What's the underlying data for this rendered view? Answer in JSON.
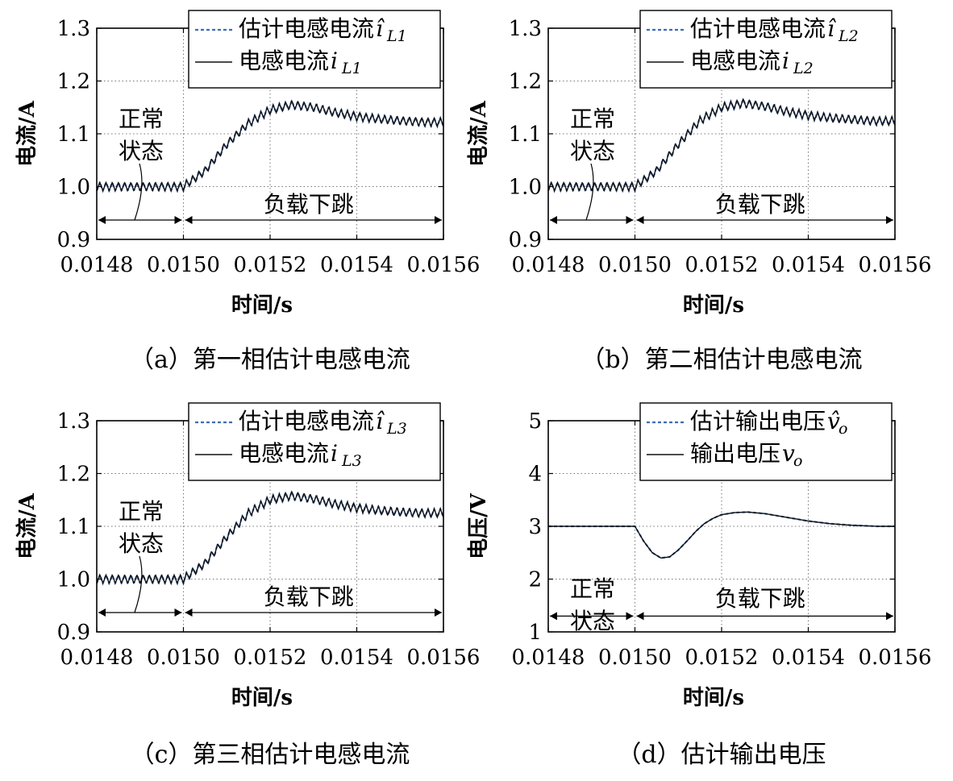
{
  "chart_data": [
    {
      "type": "line",
      "caption": "（a）第一相估计电感电流",
      "xlabel": "时间/s",
      "ylabel": "电流/A",
      "xlim": [
        0.0148,
        0.0156
      ],
      "ylim": [
        0.9,
        1.3
      ],
      "xticks": [
        "0.0148",
        "0.0150",
        "0.0152",
        "0.0154",
        "0.0156"
      ],
      "yticks": [
        "0.9",
        "1.0",
        "1.1",
        "1.2",
        "1.3"
      ],
      "grid": "dotted",
      "legend": "top-right",
      "series": [
        {
          "name": "估计电感电流",
          "symbol": "î",
          "subscript": "L1",
          "style": "dashed",
          "color": "#3f6db5",
          "x": [
            0.0148,
            0.0149,
            0.015,
            0.01505,
            0.0151,
            0.01515,
            0.0152,
            0.01525,
            0.0153,
            0.01535,
            0.0154,
            0.01545,
            0.0155,
            0.01556
          ],
          "y": [
            1.0,
            1.0,
            1.0,
            1.03,
            1.08,
            1.12,
            1.145,
            1.155,
            1.15,
            1.14,
            1.133,
            1.128,
            1.125,
            1.122
          ]
        },
        {
          "name": "电感电流",
          "symbol": "i",
          "subscript": "L1",
          "style": "solid",
          "color": "#111111",
          "x": [
            0.0148,
            0.0149,
            0.015,
            0.01505,
            0.0151,
            0.01515,
            0.0152,
            0.01525,
            0.0153,
            0.01535,
            0.0154,
            0.01545,
            0.0155,
            0.01556
          ],
          "y": [
            1.0,
            1.0,
            1.0,
            1.03,
            1.08,
            1.12,
            1.145,
            1.155,
            1.15,
            1.14,
            1.133,
            1.128,
            1.125,
            1.122
          ]
        }
      ],
      "ripple": 0.008,
      "ripple_periods": 56,
      "annotations": {
        "normal": [
          "正常",
          "状态"
        ],
        "step": "负载下跳"
      }
    },
    {
      "type": "line",
      "caption": "（b）第二相估计电感电流",
      "xlabel": "时间/s",
      "ylabel": "电流/A",
      "xlim": [
        0.0148,
        0.0156
      ],
      "ylim": [
        0.9,
        1.3
      ],
      "xticks": [
        "0.0148",
        "0.0150",
        "0.0152",
        "0.0154",
        "0.0156"
      ],
      "yticks": [
        "0.9",
        "1.0",
        "1.1",
        "1.2",
        "1.3"
      ],
      "grid": "dotted",
      "legend": "top-right",
      "series": [
        {
          "name": "估计电感电流",
          "symbol": "î",
          "subscript": "L2",
          "style": "dashed",
          "color": "#3f6db5",
          "x": [
            0.0148,
            0.0149,
            0.015,
            0.01505,
            0.0151,
            0.01515,
            0.0152,
            0.01525,
            0.0153,
            0.01535,
            0.0154,
            0.01545,
            0.0155,
            0.01556
          ],
          "y": [
            1.0,
            1.0,
            1.0,
            1.03,
            1.08,
            1.125,
            1.15,
            1.158,
            1.152,
            1.142,
            1.135,
            1.13,
            1.127,
            1.124
          ]
        },
        {
          "name": "电感电流",
          "symbol": "i",
          "subscript": "L2",
          "style": "solid",
          "color": "#111111",
          "x": [
            0.0148,
            0.0149,
            0.015,
            0.01505,
            0.0151,
            0.01515,
            0.0152,
            0.01525,
            0.0153,
            0.01535,
            0.0154,
            0.01545,
            0.0155,
            0.01556
          ],
          "y": [
            1.0,
            1.0,
            1.0,
            1.03,
            1.08,
            1.125,
            1.15,
            1.158,
            1.152,
            1.142,
            1.135,
            1.13,
            1.127,
            1.124
          ]
        }
      ],
      "ripple": 0.008,
      "ripple_periods": 56,
      "annotations": {
        "normal": [
          "正常",
          "状态"
        ],
        "step": "负载下跳"
      }
    },
    {
      "type": "line",
      "caption": "（c）第三相估计电感电流",
      "xlabel": "时间/s",
      "ylabel": "电流/A",
      "xlim": [
        0.0148,
        0.0156
      ],
      "ylim": [
        0.9,
        1.3
      ],
      "xticks": [
        "0.0148",
        "0.0150",
        "0.0152",
        "0.0154",
        "0.0156"
      ],
      "yticks": [
        "0.9",
        "1.0",
        "1.1",
        "1.2",
        "1.3"
      ],
      "grid": "dotted",
      "legend": "top-right",
      "series": [
        {
          "name": "估计电感电流",
          "symbol": "î",
          "subscript": "L3",
          "style": "dashed",
          "color": "#3f6db5",
          "x": [
            0.0148,
            0.0149,
            0.015,
            0.01505,
            0.0151,
            0.01515,
            0.0152,
            0.01525,
            0.0153,
            0.01535,
            0.0154,
            0.01545,
            0.0155,
            0.01556
          ],
          "y": [
            1.0,
            1.0,
            1.0,
            1.03,
            1.08,
            1.125,
            1.15,
            1.158,
            1.152,
            1.142,
            1.135,
            1.13,
            1.127,
            1.125
          ]
        },
        {
          "name": "电感电流",
          "symbol": "i",
          "subscript": "L3",
          "style": "solid",
          "color": "#111111",
          "x": [
            0.0148,
            0.0149,
            0.015,
            0.01505,
            0.0151,
            0.01515,
            0.0152,
            0.01525,
            0.0153,
            0.01535,
            0.0154,
            0.01545,
            0.0155,
            0.01556
          ],
          "y": [
            1.0,
            1.0,
            1.0,
            1.03,
            1.08,
            1.125,
            1.15,
            1.158,
            1.152,
            1.142,
            1.135,
            1.13,
            1.127,
            1.125
          ]
        }
      ],
      "ripple": 0.008,
      "ripple_periods": 56,
      "annotations": {
        "normal": [
          "正常",
          "状态"
        ],
        "step": "负载下跳"
      }
    },
    {
      "type": "line",
      "caption": "（d）估计输出电压",
      "xlabel": "时间/s",
      "ylabel": "电压/V",
      "xlim": [
        0.0148,
        0.0156
      ],
      "ylim": [
        1,
        5
      ],
      "xticks": [
        "0.0148",
        "0.0150",
        "0.0152",
        "0.0154",
        "0.0156"
      ],
      "yticks": [
        "1",
        "2",
        "3",
        "4",
        "5"
      ],
      "grid": "dotted",
      "legend": "top-right",
      "series": [
        {
          "name": "估计输出电压",
          "symbol": "v̂",
          "subscript": "o",
          "style": "dashed",
          "color": "#3f6db5",
          "x": [
            0.0148,
            0.0149,
            0.015,
            0.01502,
            0.01504,
            0.01506,
            0.01508,
            0.0151,
            0.01512,
            0.01514,
            0.01516,
            0.01518,
            0.0152,
            0.01523,
            0.01526,
            0.0153,
            0.01535,
            0.0154,
            0.01545,
            0.0155,
            0.01556
          ],
          "y": [
            3.0,
            3.0,
            3.0,
            2.72,
            2.5,
            2.4,
            2.42,
            2.55,
            2.72,
            2.9,
            3.05,
            3.15,
            3.22,
            3.26,
            3.27,
            3.24,
            3.17,
            3.1,
            3.05,
            3.02,
            3.0
          ]
        },
        {
          "name": "输出电压",
          "symbol": "v",
          "subscript": "o",
          "style": "solid",
          "color": "#111111",
          "x": [
            0.0148,
            0.0149,
            0.015,
            0.01502,
            0.01504,
            0.01506,
            0.01508,
            0.0151,
            0.01512,
            0.01514,
            0.01516,
            0.01518,
            0.0152,
            0.01523,
            0.01526,
            0.0153,
            0.01535,
            0.0154,
            0.01545,
            0.0155,
            0.01556
          ],
          "y": [
            3.0,
            3.0,
            3.0,
            2.72,
            2.5,
            2.4,
            2.42,
            2.55,
            2.72,
            2.9,
            3.05,
            3.15,
            3.22,
            3.26,
            3.27,
            3.24,
            3.17,
            3.1,
            3.05,
            3.02,
            3.0
          ]
        }
      ],
      "ripple": 0,
      "ripple_periods": 0,
      "annotations": {
        "normal": [
          "正常",
          "状态"
        ],
        "step": "负载下跳"
      }
    }
  ]
}
